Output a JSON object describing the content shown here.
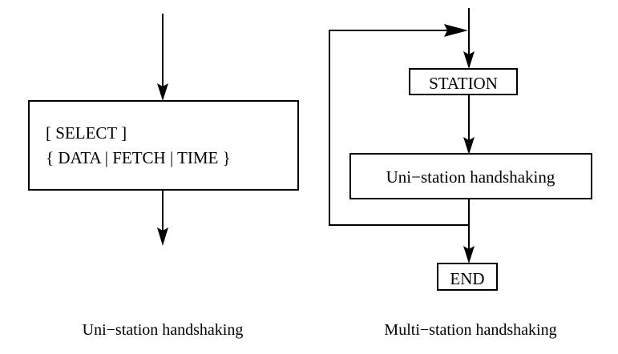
{
  "figure": {
    "background_color": "#ffffff",
    "line_color": "#000000",
    "panels": [
      {
        "id": "uni-station",
        "caption": "Uni−station handshaking",
        "nodes": [
          {
            "id": "select-block",
            "lines": [
              "[ SELECT ]",
              "{ DATA | FETCH | TIME }"
            ],
            "shape": "rectangle"
          }
        ],
        "edges": [
          {
            "id": "entry-arrow",
            "from": "top",
            "to": "select-block",
            "direction": "down",
            "arrowhead": true
          },
          {
            "id": "exit-arrow",
            "from": "select-block",
            "to": "bottom",
            "direction": "down",
            "arrowhead": true
          }
        ]
      },
      {
        "id": "multi-station",
        "caption": "Multi−station handshaking",
        "nodes": [
          {
            "id": "station-block",
            "lines": [
              "STATION"
            ],
            "shape": "rectangle"
          },
          {
            "id": "uni-handshake-block",
            "lines": [
              "Uni−station handshaking"
            ],
            "shape": "rectangle"
          },
          {
            "id": "end-block",
            "lines": [
              "END"
            ],
            "shape": "rectangle"
          }
        ],
        "edges": [
          {
            "id": "entry-arrow",
            "from": "top",
            "to": "station-block",
            "direction": "down",
            "arrowhead": true
          },
          {
            "id": "station-to-handshake",
            "from": "station-block",
            "to": "uni-handshake-block",
            "direction": "down",
            "arrowhead": true
          },
          {
            "id": "handshake-to-end",
            "from": "uni-handshake-block",
            "to": "end-block",
            "direction": "down",
            "arrowhead": true
          },
          {
            "id": "feedback-loop",
            "from": "uni-handshake-block",
            "to": "station-block",
            "direction": "up-left-loop",
            "arrowhead": true
          }
        ]
      }
    ]
  },
  "text": {
    "left_box_line1": "[ SELECT ]",
    "left_box_line2": "{ DATA | FETCH | TIME }",
    "station_label": "STATION",
    "uni_handshake_label": "Uni−station handshaking",
    "end_label": "END",
    "left_caption": "Uni−station handshaking",
    "right_caption": "Multi−station handshaking"
  }
}
